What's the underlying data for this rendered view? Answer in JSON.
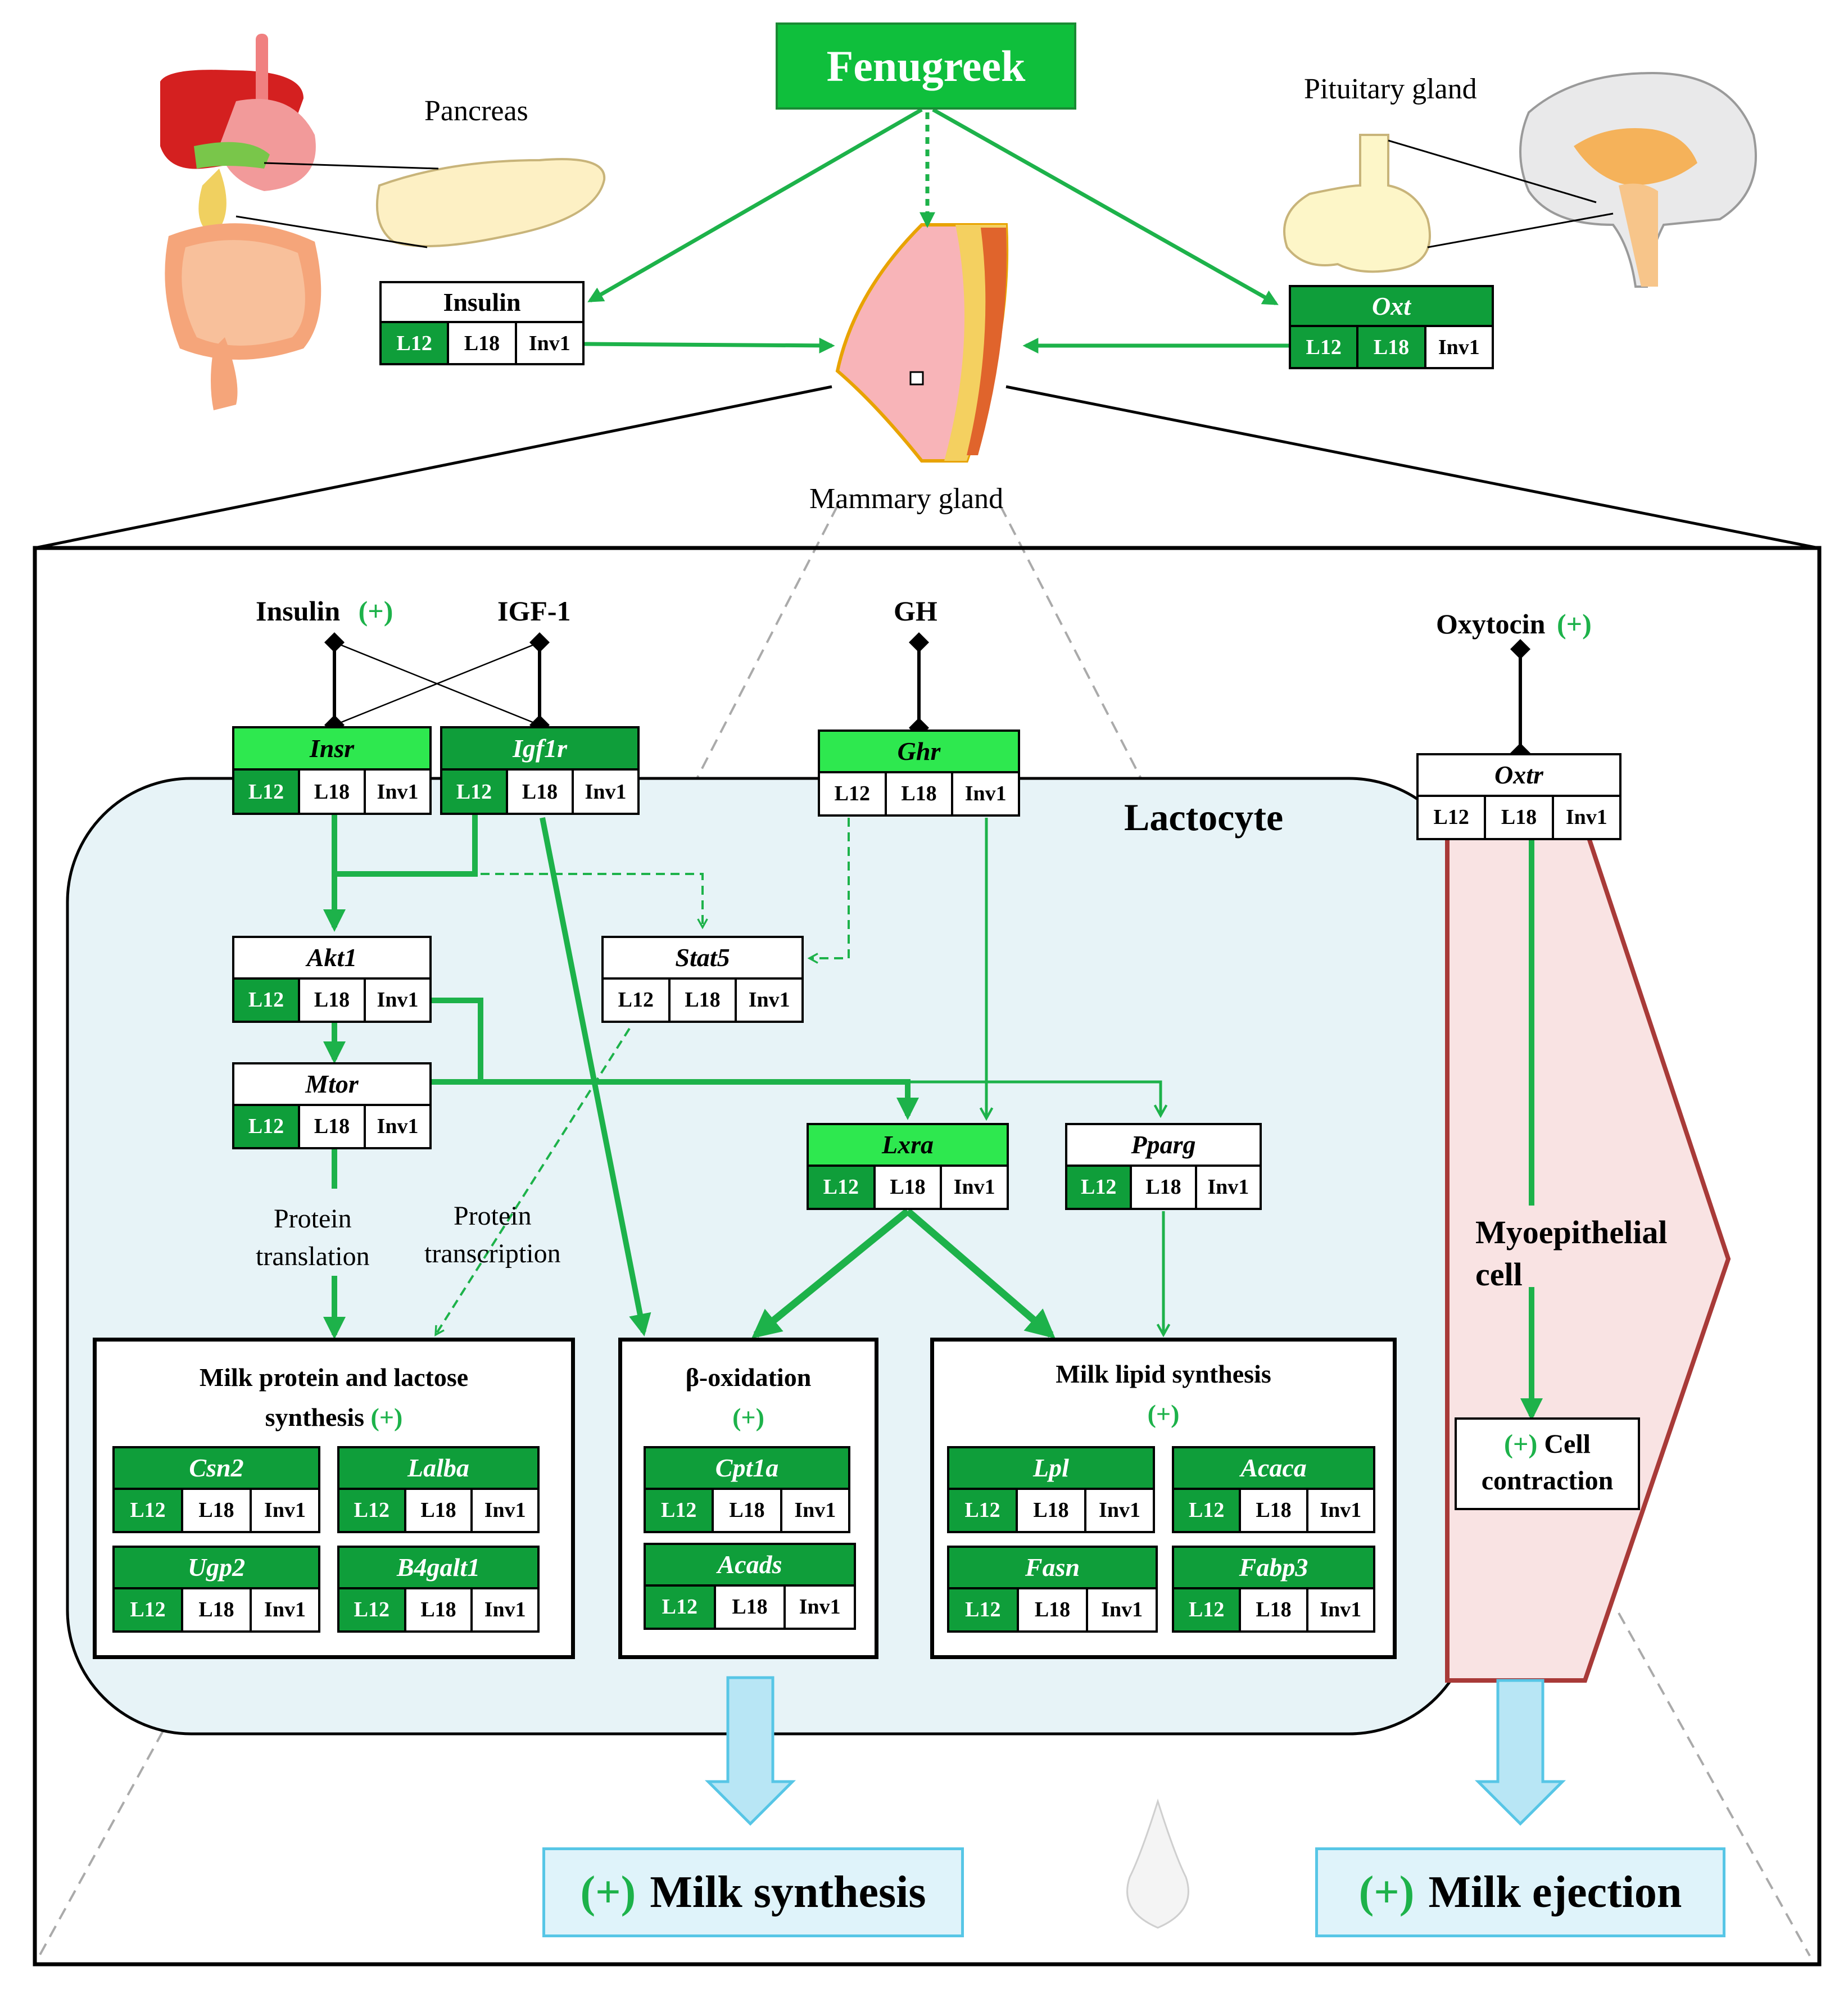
{
  "colors": {
    "arrow_green": "#1db24a",
    "expressed_dark": "#0f9e3a",
    "expressed_light": "#2ee84f",
    "lactocyte_fill": "#e7f3f7",
    "myoepithelial_fill": "#f9e3e3",
    "myoepithelial_border": "#a83a38",
    "output_fill": "#dff3fa",
    "output_border": "#57c6e6"
  },
  "header": {
    "title": "Fenugreek"
  },
  "organs": {
    "pancreas": "Pancreas",
    "pituitary": "Pituitary gland",
    "mammary": "Mammary gland"
  },
  "genes": {
    "insulin_top": {
      "name": "Insulin",
      "cells": [
        "L12",
        "L18",
        "Inv1"
      ],
      "on": [
        1,
        0,
        0
      ]
    },
    "oxt": {
      "name": "Oxt",
      "cells": [
        "L12",
        "L18",
        "Inv1"
      ],
      "on": [
        1,
        1,
        0
      ]
    },
    "insr": {
      "name": "Insr",
      "cells": [
        "L12",
        "L18",
        "Inv1"
      ],
      "on": [
        1,
        0,
        0
      ]
    },
    "igf1r": {
      "name": "Igf1r",
      "cells": [
        "L12",
        "L18",
        "Inv1"
      ],
      "on": [
        1,
        0,
        0
      ]
    },
    "ghr": {
      "name": "Ghr",
      "cells": [
        "L12",
        "L18",
        "Inv1"
      ],
      "on": [
        0,
        0,
        0
      ]
    },
    "oxtr": {
      "name": "Oxtr",
      "cells": [
        "L12",
        "L18",
        "Inv1"
      ],
      "on": [
        0,
        0,
        0
      ]
    },
    "akt1": {
      "name": "Akt1",
      "cells": [
        "L12",
        "L18",
        "Inv1"
      ],
      "on": [
        1,
        0,
        0
      ]
    },
    "stat5": {
      "name": "Stat5",
      "cells": [
        "L12",
        "L18",
        "Inv1"
      ],
      "on": [
        0,
        0,
        0
      ]
    },
    "mtor": {
      "name": "Mtor",
      "cells": [
        "L12",
        "L18",
        "Inv1"
      ],
      "on": [
        1,
        0,
        0
      ]
    },
    "lxra": {
      "name": "Lxra",
      "cells": [
        "L12",
        "L18",
        "Inv1"
      ],
      "on": [
        1,
        0,
        0
      ]
    },
    "pparg": {
      "name": "Pparg",
      "cells": [
        "L12",
        "L18",
        "Inv1"
      ],
      "on": [
        1,
        0,
        0
      ]
    },
    "csn2": {
      "name": "Csn2",
      "cells": [
        "L12",
        "L18",
        "Inv1"
      ],
      "on": [
        1,
        0,
        0
      ]
    },
    "lalba": {
      "name": "Lalba",
      "cells": [
        "L12",
        "L18",
        "Inv1"
      ],
      "on": [
        1,
        0,
        0
      ]
    },
    "ugp2": {
      "name": "Ugp2",
      "cells": [
        "L12",
        "L18",
        "Inv1"
      ],
      "on": [
        1,
        0,
        0
      ]
    },
    "b4galt1": {
      "name": "B4galt1",
      "cells": [
        "L12",
        "L18",
        "Inv1"
      ],
      "on": [
        1,
        0,
        0
      ]
    },
    "cpt1a": {
      "name": "Cpt1a",
      "cells": [
        "L12",
        "L18",
        "Inv1"
      ],
      "on": [
        1,
        0,
        0
      ]
    },
    "acads": {
      "name": "Acads",
      "cells": [
        "L12",
        "L18",
        "Inv1"
      ],
      "on": [
        1,
        0,
        0
      ]
    },
    "lpl": {
      "name": "Lpl",
      "cells": [
        "L12",
        "L18",
        "Inv1"
      ],
      "on": [
        1,
        0,
        0
      ]
    },
    "acaca": {
      "name": "Acaca",
      "cells": [
        "L12",
        "L18",
        "Inv1"
      ],
      "on": [
        1,
        0,
        0
      ]
    },
    "fasn": {
      "name": "Fasn",
      "cells": [
        "L12",
        "L18",
        "Inv1"
      ],
      "on": [
        1,
        0,
        0
      ]
    },
    "fabp3": {
      "name": "Fabp3",
      "cells": [
        "L12",
        "L18",
        "Inv1"
      ],
      "on": [
        1,
        0,
        0
      ]
    }
  },
  "ligands": {
    "insulin": "Insulin",
    "igf1": "IGF-1",
    "gh": "GH",
    "oxytocin": "Oxytocin",
    "plus": "(+)"
  },
  "labels": {
    "lactocyte": "Lactocyte",
    "protein_translation": [
      "Protein",
      "translation"
    ],
    "protein_transcription": [
      "Protein",
      "transcription"
    ],
    "myoepithelial": [
      "Myoepithelial",
      "cell"
    ],
    "cell_contraction": [
      "Cell",
      "contraction"
    ]
  },
  "groups": {
    "milk_protein": [
      "Milk protein and lactose",
      "synthesis"
    ],
    "beta_oxidation": "β-oxidation",
    "milk_lipid": "Milk lipid synthesis"
  },
  "outputs": {
    "milk_synthesis": "Milk synthesis",
    "milk_ejection": "Milk ejection"
  }
}
